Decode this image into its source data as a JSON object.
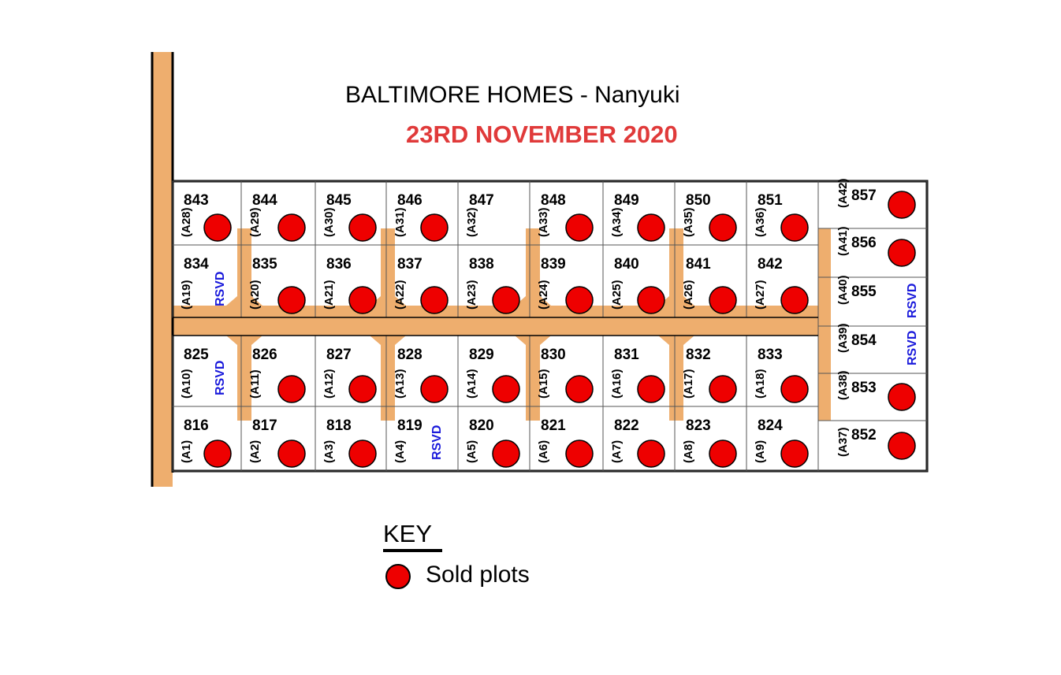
{
  "header": {
    "title": "BALTIMORE HOMES - Nanyuki",
    "date": "23RD NOVEMBER 2020"
  },
  "key": {
    "heading": "KEY",
    "sold_label": "Sold plots"
  },
  "colors": {
    "road": "#eeae6e",
    "sold": "#ee0000",
    "reserved_text": "#1a1adb",
    "date_text": "#e03a3a"
  },
  "plots": [
    {
      "id": "843",
      "code": "(A28)",
      "status": "sold"
    },
    {
      "id": "844",
      "code": "(A29)",
      "status": "sold"
    },
    {
      "id": "845",
      "code": "(A30)",
      "status": "sold"
    },
    {
      "id": "846",
      "code": "(A31)",
      "status": "sold"
    },
    {
      "id": "847",
      "code": "(A32)",
      "status": "available"
    },
    {
      "id": "848",
      "code": "(A33)",
      "status": "sold"
    },
    {
      "id": "849",
      "code": "(A34)",
      "status": "sold"
    },
    {
      "id": "850",
      "code": "(A35)",
      "status": "sold"
    },
    {
      "id": "851",
      "code": "(A36)",
      "status": "sold"
    },
    {
      "id": "834",
      "code": "(A19)",
      "status": "reserved",
      "note": "RSVD"
    },
    {
      "id": "835",
      "code": "(A20)",
      "status": "sold"
    },
    {
      "id": "836",
      "code": "(A21)",
      "status": "sold"
    },
    {
      "id": "837",
      "code": "(A22)",
      "status": "sold"
    },
    {
      "id": "838",
      "code": "(A23)",
      "status": "sold"
    },
    {
      "id": "839",
      "code": "(A24)",
      "status": "sold"
    },
    {
      "id": "840",
      "code": "(A25)",
      "status": "sold"
    },
    {
      "id": "841",
      "code": "(A26)",
      "status": "sold"
    },
    {
      "id": "842",
      "code": "(A27)",
      "status": "sold"
    },
    {
      "id": "825",
      "code": "(A10)",
      "status": "reserved",
      "note": "RSVD"
    },
    {
      "id": "826",
      "code": "(A11)",
      "status": "sold"
    },
    {
      "id": "827",
      "code": "(A12)",
      "status": "sold"
    },
    {
      "id": "828",
      "code": "(A13)",
      "status": "sold"
    },
    {
      "id": "829",
      "code": "(A14)",
      "status": "sold"
    },
    {
      "id": "830",
      "code": "(A15)",
      "status": "sold"
    },
    {
      "id": "831",
      "code": "(A16)",
      "status": "sold"
    },
    {
      "id": "832",
      "code": "(A17)",
      "status": "sold"
    },
    {
      "id": "833",
      "code": "(A18)",
      "status": "sold"
    },
    {
      "id": "816",
      "code": "(A1)",
      "status": "sold"
    },
    {
      "id": "817",
      "code": "(A2)",
      "status": "sold"
    },
    {
      "id": "818",
      "code": "(A3)",
      "status": "sold"
    },
    {
      "id": "819",
      "code": "(A4)",
      "status": "reserved",
      "note": "RSVD"
    },
    {
      "id": "820",
      "code": "(A5)",
      "status": "sold"
    },
    {
      "id": "821",
      "code": "(A6)",
      "status": "sold"
    },
    {
      "id": "822",
      "code": "(A7)",
      "status": "sold"
    },
    {
      "id": "823",
      "code": "(A8)",
      "status": "sold"
    },
    {
      "id": "824",
      "code": "(A9)",
      "status": "sold"
    },
    {
      "id": "857",
      "code": "(A42)",
      "status": "sold"
    },
    {
      "id": "856",
      "code": "(A41)",
      "status": "sold"
    },
    {
      "id": "855",
      "code": "(A40)",
      "status": "reserved",
      "note": "RSVD"
    },
    {
      "id": "854",
      "code": "(A39)",
      "status": "reserved",
      "note": "RSVD"
    },
    {
      "id": "853",
      "code": "(A38)",
      "status": "sold"
    },
    {
      "id": "852",
      "code": "(A37)",
      "status": "sold"
    }
  ]
}
